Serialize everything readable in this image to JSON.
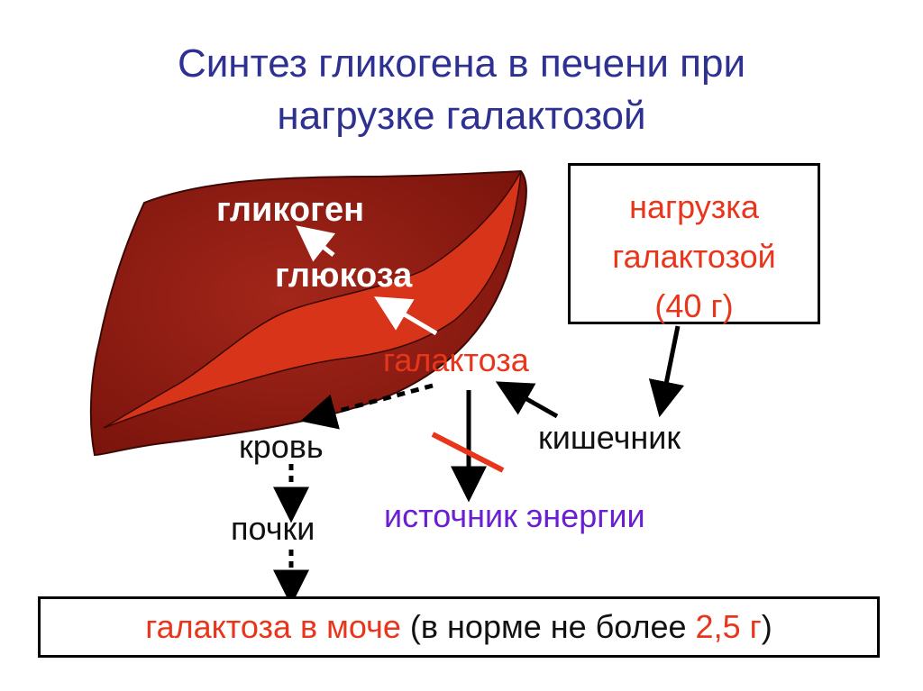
{
  "title": {
    "line1": "Синтез гликогена в печени при",
    "line2": "нагрузке галактозой"
  },
  "liver": {
    "glycogen": "гликоген",
    "glucose": "глюкоза"
  },
  "nodes": {
    "galactose": "галактоза",
    "intestine": "кишечник",
    "blood": "кровь",
    "kidneys": "почки",
    "energy_source": "источник энергии"
  },
  "load_box": {
    "line1": "нагрузка",
    "line2": "галактозой",
    "line3": "(40 г)"
  },
  "urine_box": {
    "part1": "галактоза в моче",
    "part2": " (в норме не более ",
    "part3": "2,5 г",
    "part4": ")"
  },
  "colors": {
    "title": "#2e3192",
    "accent_red": "#e8351b",
    "energy_purple": "#6a1fd1",
    "liver_dark": "#8a1a10",
    "liver_light": "#d8341a"
  }
}
